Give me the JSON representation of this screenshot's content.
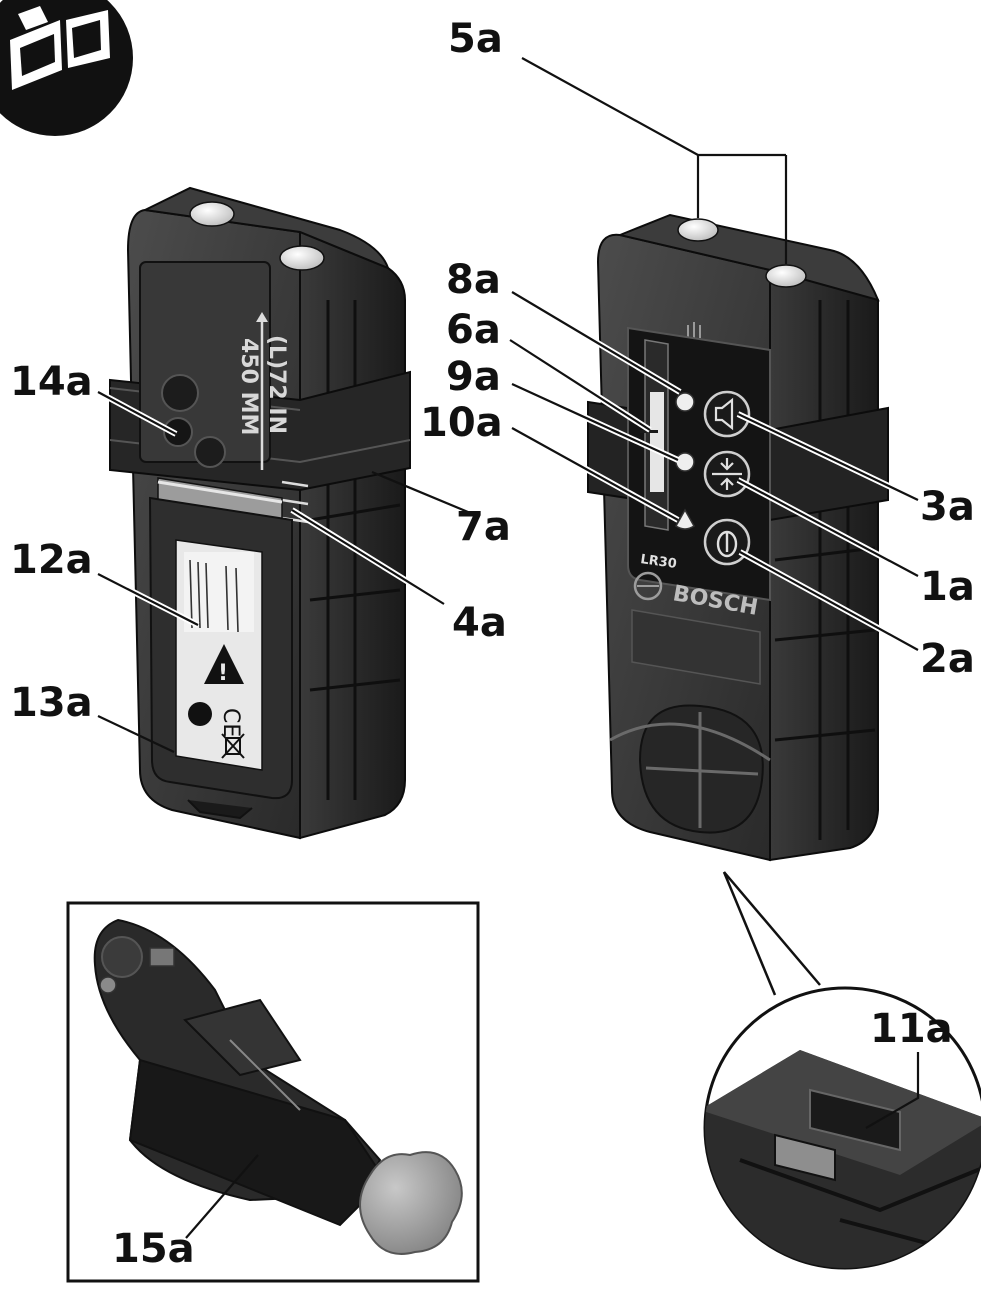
{
  "callouts": {
    "c5a": "5a",
    "c8a": "8a",
    "c6a": "6a",
    "c9a": "9a",
    "c10a": "10a",
    "c14a": "14a",
    "c12a": "12a",
    "c13a": "13a",
    "c7a": "7a",
    "c4a": "4a",
    "c3a": "3a",
    "c1a": "1a",
    "c2a": "2a",
    "c11a": "11a",
    "c15a": "15a"
  },
  "device": {
    "brand": "BOSCH",
    "model": "LR30"
  },
  "scale": {
    "inch": "(L)72 IN",
    "mm": "450 MM"
  },
  "colors": {
    "body": "#2b2b2b",
    "body_dark": "#161616",
    "body_light": "#4a4a4a",
    "button": "#efefef",
    "label_plate": "#e8e8e8",
    "clamp_knob": "#9a9a9a"
  },
  "icons": [
    "manual-reading-icon",
    "speaker-icon",
    "precision-arrows-icon",
    "power-icon",
    "warning-triangle-icon",
    "ce-mark-icon",
    "disposal-bin-icon",
    "bosch-logo-icon"
  ]
}
